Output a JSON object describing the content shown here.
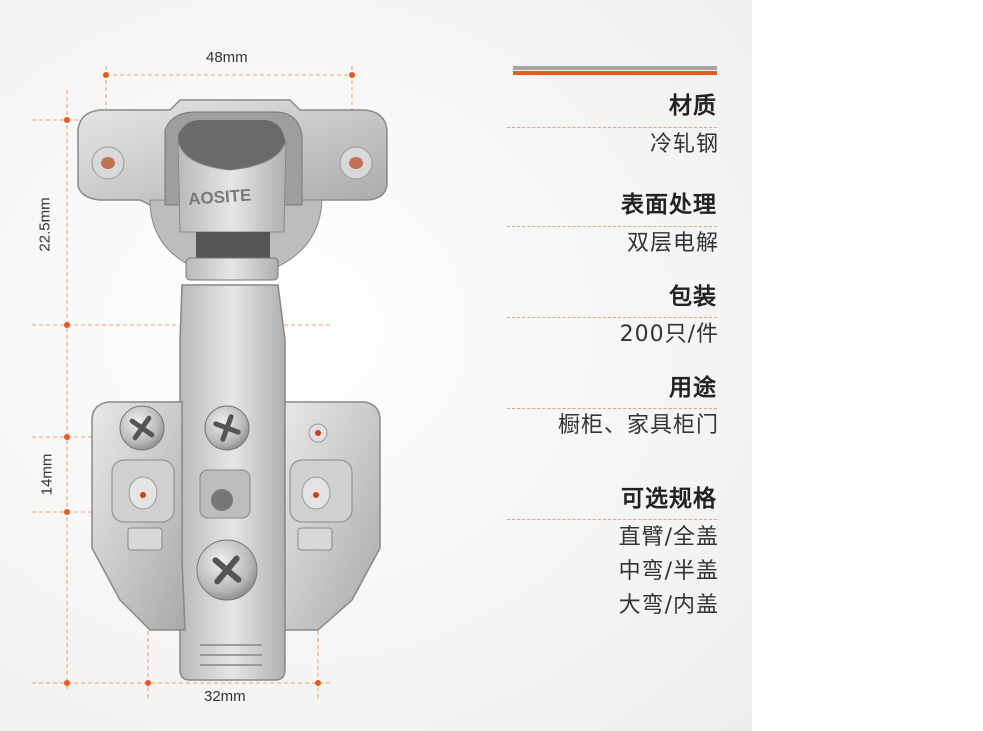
{
  "dimensions": {
    "top_width": "48mm",
    "cup_height": "22.5mm",
    "plate_height": "14mm",
    "bottom_width": "32mm"
  },
  "brand": {
    "logo_text": "AOSITE"
  },
  "colors": {
    "accent": "#e9581f",
    "accent_gray": "#a6a6a6",
    "dim_line": "#e9a070"
  },
  "specs": [
    {
      "title": "材质",
      "values": [
        "冷轧钢"
      ]
    },
    {
      "title": "表面处理",
      "values": [
        "双层电解"
      ]
    },
    {
      "title": "包装",
      "values": [
        "200只/件"
      ]
    },
    {
      "title": "用途",
      "values": [
        "橱柜、家具柜门"
      ]
    },
    {
      "title": "可选规格",
      "values": [
        "直臂/全盖",
        "中弯/半盖",
        "大弯/内盖"
      ]
    }
  ]
}
